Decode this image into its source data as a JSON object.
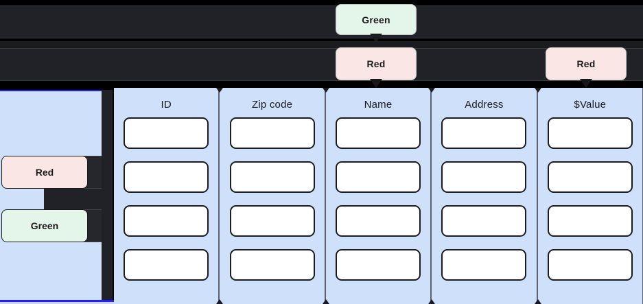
{
  "chips": {
    "top_green": {
      "label": "Green",
      "color": "#e4f5e9"
    },
    "mid_red": {
      "label": "Red",
      "color": "#fbe6e6"
    },
    "right_red": {
      "label": "Red",
      "color": "#fbe6e6"
    }
  },
  "sidebar": {
    "chips": [
      {
        "label": "Red",
        "color": "#fbe6e6"
      },
      {
        "label": "Green",
        "color": "#e4f5e9"
      }
    ]
  },
  "table": {
    "columns": [
      {
        "header": "ID",
        "cells": [
          "",
          "",
          "",
          ""
        ]
      },
      {
        "header": "Zip code",
        "cells": [
          "",
          "",
          "",
          ""
        ]
      },
      {
        "header": "Name",
        "cells": [
          "",
          "",
          "",
          ""
        ]
      },
      {
        "header": "Address",
        "cells": [
          "",
          "",
          "",
          ""
        ]
      },
      {
        "header": "$Value",
        "cells": [
          "",
          "",
          "",
          ""
        ]
      }
    ],
    "row_count": 4
  },
  "colors": {
    "panel_blue": "#cfe0fb",
    "accent_blue": "#2222ee",
    "dark_band": "#212227",
    "background": "#000000"
  }
}
